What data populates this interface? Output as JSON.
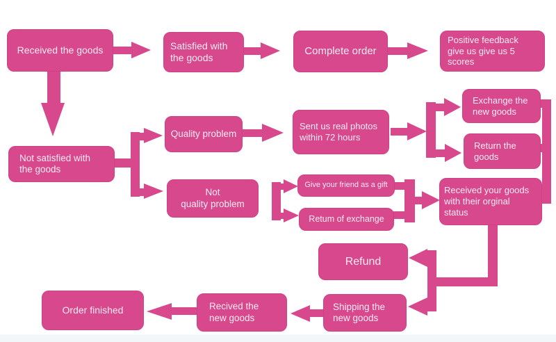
{
  "palette": {
    "node_fill": "#d8488c",
    "node_border": "#cf4184",
    "text": "#fbeaf3",
    "background": "#ffffff",
    "footer_band": "#f3f6f8"
  },
  "nodes": {
    "received_goods": {
      "label": "Received the goods"
    },
    "satisfied": {
      "label": "Satisfied with\nthe goods"
    },
    "complete_order": {
      "label": "Complete order"
    },
    "positive_feedback": {
      "label": "Positive feedback\ngive us give us 5\nscores"
    },
    "not_satisfied": {
      "label": "Not satisfied with\nthe goods"
    },
    "quality_problem": {
      "label": "Quality problem"
    },
    "sent_photos": {
      "label": "Sent us real photos\nwithin 72 hours"
    },
    "exchange_new_goods": {
      "label": "Exchange the\nnew goods"
    },
    "return_goods": {
      "label": "Return the\ngoods"
    },
    "not_quality_problem": {
      "label": "Not\nquality problem"
    },
    "gift": {
      "label": "Give your friend as a gift"
    },
    "return_exchange": {
      "label": "Retum of exchange"
    },
    "received_original": {
      "label": "Received your goods\nwith their orginal\nstatus"
    },
    "refund": {
      "label": "Refund"
    },
    "order_finished": {
      "label": "Order finished"
    },
    "recived_new_goods": {
      "label": "Recived the\nnew goods"
    },
    "shipping_new_goods": {
      "label": "Shipping the\nnew goods"
    }
  },
  "edges": [
    [
      "received_goods",
      "satisfied"
    ],
    [
      "satisfied",
      "complete_order"
    ],
    [
      "complete_order",
      "positive_feedback"
    ],
    [
      "received_goods",
      "not_satisfied"
    ],
    [
      "not_satisfied",
      "quality_problem"
    ],
    [
      "not_satisfied",
      "not_quality_problem"
    ],
    [
      "quality_problem",
      "sent_photos"
    ],
    [
      "sent_photos",
      "exchange_new_goods"
    ],
    [
      "sent_photos",
      "return_goods"
    ],
    [
      "exchange_new_goods",
      "received_original"
    ],
    [
      "return_goods",
      "received_original"
    ],
    [
      "not_quality_problem",
      "gift"
    ],
    [
      "not_quality_problem",
      "return_exchange"
    ],
    [
      "gift",
      "received_original"
    ],
    [
      "return_exchange",
      "received_original"
    ],
    [
      "received_original",
      "refund"
    ],
    [
      "received_original",
      "shipping_new_goods"
    ],
    [
      "shipping_new_goods",
      "recived_new_goods"
    ],
    [
      "recived_new_goods",
      "order_finished"
    ]
  ]
}
